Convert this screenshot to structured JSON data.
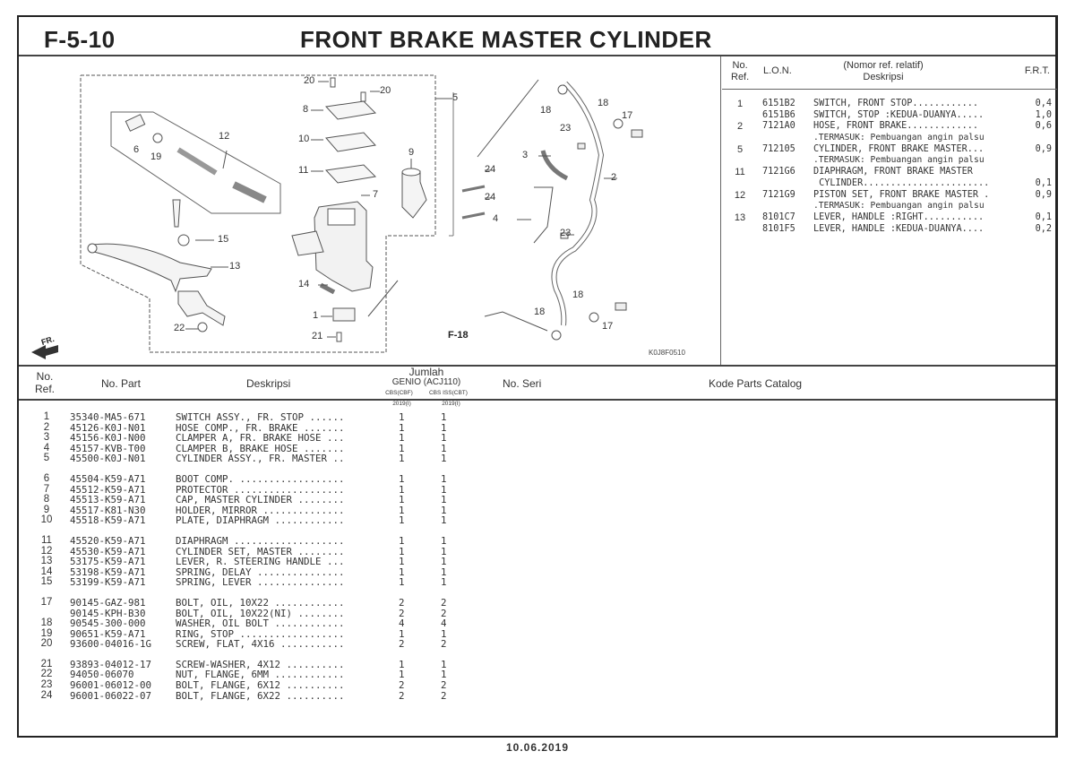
{
  "header": {
    "page_code": "F-5-10",
    "title": "FRONT BRAKE MASTER CYLINDER"
  },
  "diagram": {
    "figure_code": "K0J8F0510",
    "cross_reference": "F-18",
    "front_indicator": "FR.",
    "callouts": [
      "20",
      "20",
      "8",
      "10",
      "11",
      "7",
      "9",
      "6",
      "19",
      "12",
      "15",
      "13",
      "14",
      "1",
      "21",
      "22",
      "5",
      "18",
      "18",
      "17",
      "23",
      "3",
      "24",
      "24",
      "2",
      "4",
      "23",
      "18",
      "18",
      "17"
    ]
  },
  "ref_table": {
    "headers": {
      "no_ref": [
        "No.",
        "Ref."
      ],
      "lon": "L.O.N.",
      "desc_top": "(Nomor ref. relatif)",
      "desc": "Deskripsi",
      "frt": "F.R.T."
    },
    "rows": [
      {
        "no": "1",
        "lon": "6151B2",
        "desc": "SWITCH, FRONT STOP............",
        "frt": "0,4"
      },
      {
        "no": "",
        "lon": "6151B6",
        "desc": "SWITCH, STOP :KEDUA-DUANYA.....",
        "frt": "1,0"
      },
      {
        "no": "2",
        "lon": "7121A0",
        "desc": "HOSE, FRONT BRAKE.............",
        "frt": "0,6"
      },
      {
        "no": "",
        "lon": "",
        "desc": ".TERMASUK: Pembuangan angin palsu",
        "frt": "",
        "note": true
      },
      {
        "no": "5",
        "lon": "712105",
        "desc": "CYLINDER, FRONT BRAKE MASTER...",
        "frt": "0,9"
      },
      {
        "no": "",
        "lon": "",
        "desc": ".TERMASUK: Pembuangan angin palsu",
        "frt": "",
        "note": true
      },
      {
        "no": "11",
        "lon": "7121G6",
        "desc": "DIAPHRAGM, FRONT BRAKE MASTER",
        "frt": ""
      },
      {
        "no": "",
        "lon": "",
        "desc": " CYLINDER.......................",
        "frt": "0,1"
      },
      {
        "no": "12",
        "lon": "7121G9",
        "desc": "PISTON SET, FRONT BRAKE MASTER .",
        "frt": "0,9"
      },
      {
        "no": "",
        "lon": "",
        "desc": ".TERMASUK: Pembuangan angin palsu",
        "frt": "",
        "note": true
      },
      {
        "no": "13",
        "lon": "8101C7",
        "desc": "LEVER, HANDLE :RIGHT...........",
        "frt": "0,1"
      },
      {
        "no": "",
        "lon": "8101F5",
        "desc": "LEVER, HANDLE :KEDUA-DUANYA....",
        "frt": "0,2"
      }
    ]
  },
  "parts_table": {
    "headers": {
      "no_ref": [
        "No.",
        "Ref."
      ],
      "part_no": "No. Part",
      "desc": "Deskripsi",
      "qty_title": "Jumlah",
      "qty_model": "GENIO (ACJ110)",
      "qty_col1": "CBS(CBF)",
      "qty_col2": "CBS ISS(CBT)",
      "qty_year1": "2019(I)",
      "qty_year2": "2019(I)",
      "serial": "No. Seri",
      "catalog_code": "Kode Parts Catalog"
    },
    "rows": [
      {
        "no": "1",
        "part": "35340-MA5-671",
        "desc": "SWITCH ASSY., FR. STOP ......",
        "q1": "1",
        "q2": "1"
      },
      {
        "no": "2",
        "part": "45126-K0J-N01",
        "desc": "HOSE COMP., FR. BRAKE .......",
        "q1": "1",
        "q2": "1"
      },
      {
        "no": "3",
        "part": "45156-K0J-N00",
        "desc": "CLAMPER A, FR. BRAKE HOSE ...",
        "q1": "1",
        "q2": "1"
      },
      {
        "no": "4",
        "part": "45157-KVB-T00",
        "desc": "CLAMPER B, BRAKE HOSE .......",
        "q1": "1",
        "q2": "1"
      },
      {
        "no": "5",
        "part": "45500-K0J-N01",
        "desc": "CYLINDER ASSY., FR. MASTER ..",
        "q1": "1",
        "q2": "1"
      },
      {
        "no": "6",
        "part": "45504-K59-A71",
        "desc": "BOOT COMP. ..................",
        "q1": "1",
        "q2": "1",
        "gap": true
      },
      {
        "no": "7",
        "part": "45512-K59-A71",
        "desc": "PROTECTOR ...................",
        "q1": "1",
        "q2": "1"
      },
      {
        "no": "8",
        "part": "45513-K59-A71",
        "desc": "CAP, MASTER CYLINDER ........",
        "q1": "1",
        "q2": "1"
      },
      {
        "no": "9",
        "part": "45517-K81-N30",
        "desc": "HOLDER, MIRROR ..............",
        "q1": "1",
        "q2": "1"
      },
      {
        "no": "10",
        "part": "45518-K59-A71",
        "desc": "PLATE, DIAPHRAGM ............",
        "q1": "1",
        "q2": "1"
      },
      {
        "no": "11",
        "part": "45520-K59-A71",
        "desc": "DIAPHRAGM ...................",
        "q1": "1",
        "q2": "1",
        "gap": true
      },
      {
        "no": "12",
        "part": "45530-K59-A71",
        "desc": "CYLINDER SET, MASTER ........",
        "q1": "1",
        "q2": "1"
      },
      {
        "no": "13",
        "part": "53175-K59-A71",
        "desc": "LEVER, R. STEERING HANDLE ...",
        "q1": "1",
        "q2": "1"
      },
      {
        "no": "14",
        "part": "53198-K59-A71",
        "desc": "SPRING, DELAY ...............",
        "q1": "1",
        "q2": "1"
      },
      {
        "no": "15",
        "part": "53199-K59-A71",
        "desc": "SPRING, LEVER ...............",
        "q1": "1",
        "q2": "1"
      },
      {
        "no": "17",
        "part": "90145-GAZ-981",
        "desc": "BOLT, OIL, 10X22 ............",
        "q1": "2",
        "q2": "2",
        "gap": true
      },
      {
        "no": "",
        "part": "90145-KPH-B30",
        "desc": "BOLT, OIL, 10X22(NI) ........",
        "q1": "2",
        "q2": "2"
      },
      {
        "no": "18",
        "part": "90545-300-000",
        "desc": "WASHER, OIL BOLT ............",
        "q1": "4",
        "q2": "4"
      },
      {
        "no": "19",
        "part": "90651-K59-A71",
        "desc": "RING, STOP ..................",
        "q1": "1",
        "q2": "1"
      },
      {
        "no": "20",
        "part": "93600-04016-1G",
        "desc": "SCREW, FLAT, 4X16 ...........",
        "q1": "2",
        "q2": "2"
      },
      {
        "no": "21",
        "part": "93893-04012-17",
        "desc": "SCREW-WASHER, 4X12 ..........",
        "q1": "1",
        "q2": "1",
        "gap": true
      },
      {
        "no": "22",
        "part": "94050-06070",
        "desc": "NUT, FLANGE, 6MM ............",
        "q1": "1",
        "q2": "1"
      },
      {
        "no": "23",
        "part": "96001-06012-00",
        "desc": "BOLT, FLANGE, 6X12 ..........",
        "q1": "2",
        "q2": "2"
      },
      {
        "no": "24",
        "part": "96001-06022-07",
        "desc": "BOLT, FLANGE, 6X22 ..........",
        "q1": "2",
        "q2": "2"
      }
    ]
  },
  "footer": {
    "date": "10.06.2019"
  }
}
